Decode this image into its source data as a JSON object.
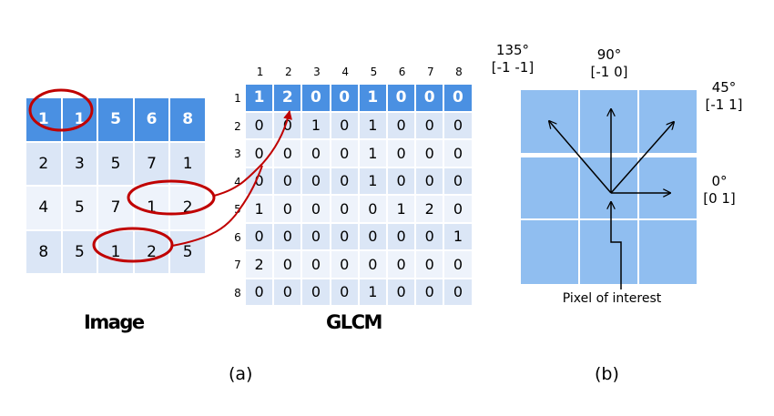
{
  "image_matrix": [
    [
      "1",
      "1",
      "5",
      "6",
      "8"
    ],
    [
      "2",
      "3",
      "5",
      "7",
      "1"
    ],
    [
      "4",
      "5",
      "7",
      "1",
      "2"
    ],
    [
      "8",
      "5",
      "1",
      "2",
      "5"
    ]
  ],
  "glcm": {
    "col_labels": [
      "1",
      "2",
      "3",
      "4",
      "5",
      "6",
      "7",
      "8"
    ],
    "row_labels": [
      "1",
      "2",
      "3",
      "4",
      "5",
      "6",
      "7",
      "8"
    ],
    "values": [
      [
        "1",
        "2",
        "0",
        "0",
        "1",
        "0",
        "0",
        "0"
      ],
      [
        "0",
        "0",
        "1",
        "0",
        "1",
        "0",
        "0",
        "0"
      ],
      [
        "0",
        "0",
        "0",
        "0",
        "1",
        "0",
        "0",
        "0"
      ],
      [
        "0",
        "0",
        "0",
        "0",
        "1",
        "0",
        "0",
        "0"
      ],
      [
        "1",
        "0",
        "0",
        "0",
        "0",
        "1",
        "2",
        "0"
      ],
      [
        "0",
        "0",
        "0",
        "0",
        "0",
        "0",
        "0",
        "1"
      ],
      [
        "2",
        "0",
        "0",
        "0",
        "0",
        "0",
        "0",
        "0"
      ],
      [
        "0",
        "0",
        "0",
        "0",
        "1",
        "0",
        "0",
        "0"
      ]
    ]
  },
  "captions": {
    "image": "Image",
    "glcm": "GLCM",
    "part_a": "(a)",
    "part_b": "(b)"
  },
  "directions": {
    "d135": {
      "angle": "135°",
      "offset": "[-1 -1]"
    },
    "d90": {
      "angle": "90°",
      "offset": "[-1 0]"
    },
    "d45": {
      "angle": "45°",
      "offset": "[-1 1]"
    },
    "d0": {
      "angle": "0°",
      "offset": "[0 1]"
    }
  },
  "pixel_of_interest": "Pixel of interest",
  "colors": {
    "header_blue": "#4a90e2",
    "cell_light": "#dbe6f6",
    "cell_lighter": "#eef3fb",
    "grid_blue": "#90bef0",
    "highlight_red": "#c00000"
  }
}
